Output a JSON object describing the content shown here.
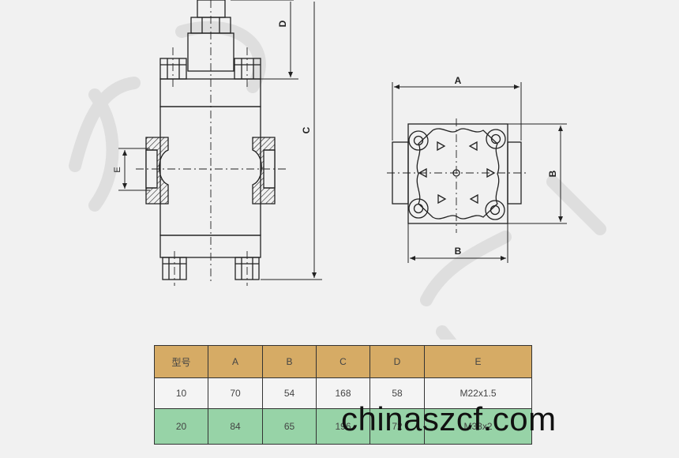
{
  "colors": {
    "header": "#d6ab65",
    "row_white": "#f4f4f4",
    "row_green": "#97d3a7",
    "line": "#222222"
  },
  "drawing": {
    "front_labels": {
      "D": "D",
      "C": "C",
      "E": "E"
    },
    "top_labels": {
      "A_top": "A",
      "B_side": "B",
      "B_bottom": "B"
    }
  },
  "table": {
    "headers": [
      "型号",
      "A",
      "B",
      "C",
      "D",
      "E"
    ],
    "rows": [
      [
        "10",
        "70",
        "54",
        "168",
        "58",
        "M22x1.5"
      ],
      [
        "20",
        "84",
        "65",
        "196",
        "72",
        "M33x2"
      ]
    ]
  },
  "watermark": {
    "text": "chinaszcf.com"
  }
}
